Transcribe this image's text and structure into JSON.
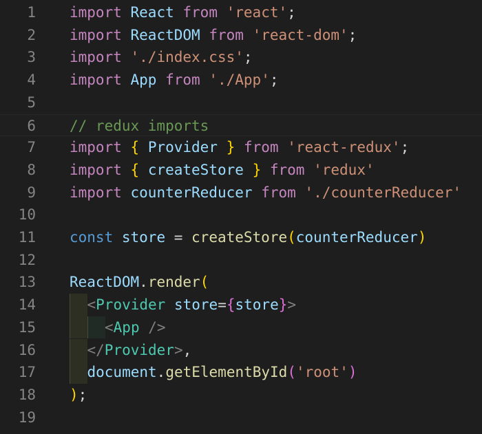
{
  "editor": {
    "colors": {
      "background": "#1e1e1e",
      "keyword": "#c586c0",
      "string": "#ce9178",
      "variable": "#9cdcfe",
      "comment": "#6a9955",
      "const": "#569cd6",
      "function": "#dcdcaa",
      "bracket_level1": "#ffd700",
      "bracket_level2": "#da70d6",
      "jsx_tag": "#4ec9b0",
      "punctuation": "#808080",
      "plain": "#d4d4d4",
      "line_number": "#858585"
    },
    "lines": [
      {
        "num": "1",
        "tokens": [
          [
            "kw",
            "import"
          ],
          [
            "plain",
            " "
          ],
          [
            "var",
            "React"
          ],
          [
            "plain",
            " "
          ],
          [
            "kw",
            "from"
          ],
          [
            "plain",
            " "
          ],
          [
            "str",
            "'react'"
          ],
          [
            "plain",
            ";"
          ]
        ]
      },
      {
        "num": "2",
        "tokens": [
          [
            "kw",
            "import"
          ],
          [
            "plain",
            " "
          ],
          [
            "var",
            "ReactDOM"
          ],
          [
            "plain",
            " "
          ],
          [
            "kw",
            "from"
          ],
          [
            "plain",
            " "
          ],
          [
            "str",
            "'react-dom'"
          ],
          [
            "plain",
            ";"
          ]
        ]
      },
      {
        "num": "3",
        "tokens": [
          [
            "kw",
            "import"
          ],
          [
            "plain",
            " "
          ],
          [
            "str",
            "'./index.css'"
          ],
          [
            "plain",
            ";"
          ]
        ]
      },
      {
        "num": "4",
        "tokens": [
          [
            "kw",
            "import"
          ],
          [
            "plain",
            " "
          ],
          [
            "var",
            "App"
          ],
          [
            "plain",
            " "
          ],
          [
            "kw",
            "from"
          ],
          [
            "plain",
            " "
          ],
          [
            "str",
            "'./App'"
          ],
          [
            "plain",
            ";"
          ]
        ]
      },
      {
        "num": "5",
        "tokens": []
      },
      {
        "num": "6",
        "tokens": [
          [
            "com",
            "// redux imports"
          ]
        ],
        "current": true
      },
      {
        "num": "7",
        "tokens": [
          [
            "kw",
            "import"
          ],
          [
            "plain",
            " "
          ],
          [
            "br1",
            "{"
          ],
          [
            "plain",
            " "
          ],
          [
            "var",
            "Provider"
          ],
          [
            "plain",
            " "
          ],
          [
            "br1",
            "}"
          ],
          [
            "plain",
            " "
          ],
          [
            "kw",
            "from"
          ],
          [
            "plain",
            " "
          ],
          [
            "str",
            "'react-redux'"
          ],
          [
            "plain",
            ";"
          ]
        ]
      },
      {
        "num": "8",
        "tokens": [
          [
            "kw",
            "import"
          ],
          [
            "plain",
            " "
          ],
          [
            "br1",
            "{"
          ],
          [
            "plain",
            " "
          ],
          [
            "var",
            "createStore"
          ],
          [
            "plain",
            " "
          ],
          [
            "br1",
            "}"
          ],
          [
            "plain",
            " "
          ],
          [
            "kw",
            "from"
          ],
          [
            "plain",
            " "
          ],
          [
            "str",
            "'redux'"
          ]
        ]
      },
      {
        "num": "9",
        "tokens": [
          [
            "kw",
            "import"
          ],
          [
            "plain",
            " "
          ],
          [
            "var",
            "counterReducer"
          ],
          [
            "plain",
            " "
          ],
          [
            "kw",
            "from"
          ],
          [
            "plain",
            " "
          ],
          [
            "str",
            "'./counterReducer'"
          ]
        ]
      },
      {
        "num": "10",
        "tokens": []
      },
      {
        "num": "11",
        "tokens": [
          [
            "const",
            "const"
          ],
          [
            "plain",
            " "
          ],
          [
            "var",
            "store"
          ],
          [
            "plain",
            " = "
          ],
          [
            "fn",
            "createStore"
          ],
          [
            "br1",
            "("
          ],
          [
            "var",
            "counterReducer"
          ],
          [
            "br1",
            ")"
          ]
        ]
      },
      {
        "num": "12",
        "tokens": []
      },
      {
        "num": "13",
        "tokens": [
          [
            "var",
            "ReactDOM"
          ],
          [
            "plain",
            "."
          ],
          [
            "fn",
            "render"
          ],
          [
            "br1",
            "("
          ]
        ]
      },
      {
        "num": "14",
        "indent": 1,
        "tokens": [
          [
            "punct",
            "<"
          ],
          [
            "tag",
            "Provider"
          ],
          [
            "plain",
            " "
          ],
          [
            "var",
            "store"
          ],
          [
            "plain",
            "="
          ],
          [
            "br2",
            "{"
          ],
          [
            "var",
            "store"
          ],
          [
            "br2",
            "}"
          ],
          [
            "punct",
            ">"
          ]
        ]
      },
      {
        "num": "15",
        "indent": 2,
        "tokens": [
          [
            "punct",
            "<"
          ],
          [
            "tag",
            "App"
          ],
          [
            "plain",
            " "
          ],
          [
            "punct",
            "/>"
          ]
        ]
      },
      {
        "num": "16",
        "indent": 1,
        "tokens": [
          [
            "punct",
            "</"
          ],
          [
            "tag",
            "Provider"
          ],
          [
            "punct",
            ">"
          ],
          [
            "plain",
            ","
          ]
        ]
      },
      {
        "num": "17",
        "indent": 1,
        "tokens": [
          [
            "var",
            "document"
          ],
          [
            "plain",
            "."
          ],
          [
            "fn",
            "getElementById"
          ],
          [
            "br2",
            "("
          ],
          [
            "str",
            "'root'"
          ],
          [
            "br2",
            ")"
          ]
        ]
      },
      {
        "num": "18",
        "tokens": [
          [
            "br1",
            ")"
          ],
          [
            "plain",
            ";"
          ]
        ]
      },
      {
        "num": "19",
        "tokens": []
      }
    ]
  }
}
